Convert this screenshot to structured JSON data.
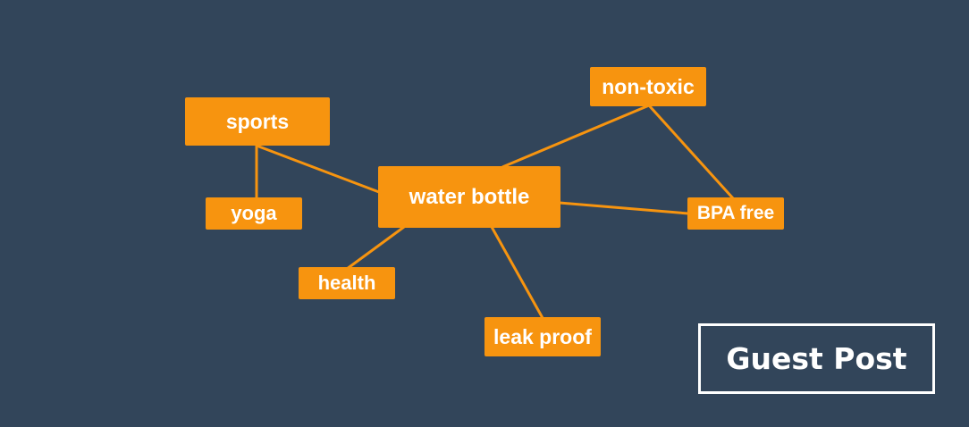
{
  "diagram": {
    "colors": {
      "background": "#32455a",
      "node_fill": "#f7940f",
      "edge": "#f7940f",
      "text": "#ffffff"
    },
    "nodes": [
      {
        "id": "sports",
        "label": "sports"
      },
      {
        "id": "yoga",
        "label": "yoga"
      },
      {
        "id": "water-bottle",
        "label": "water bottle"
      },
      {
        "id": "health",
        "label": "health"
      },
      {
        "id": "leak-proof",
        "label": "leak proof"
      },
      {
        "id": "non-toxic",
        "label": "non-toxic"
      },
      {
        "id": "bpa-free",
        "label": "BPA free"
      }
    ],
    "edges": [
      {
        "from": "sports",
        "to": "yoga"
      },
      {
        "from": "sports",
        "to": "water-bottle"
      },
      {
        "from": "water-bottle",
        "to": "health"
      },
      {
        "from": "water-bottle",
        "to": "leak-proof"
      },
      {
        "from": "water-bottle",
        "to": "non-toxic"
      },
      {
        "from": "water-bottle",
        "to": "bpa-free"
      },
      {
        "from": "non-toxic",
        "to": "bpa-free"
      }
    ]
  },
  "badge": {
    "label": "Guest Post"
  }
}
